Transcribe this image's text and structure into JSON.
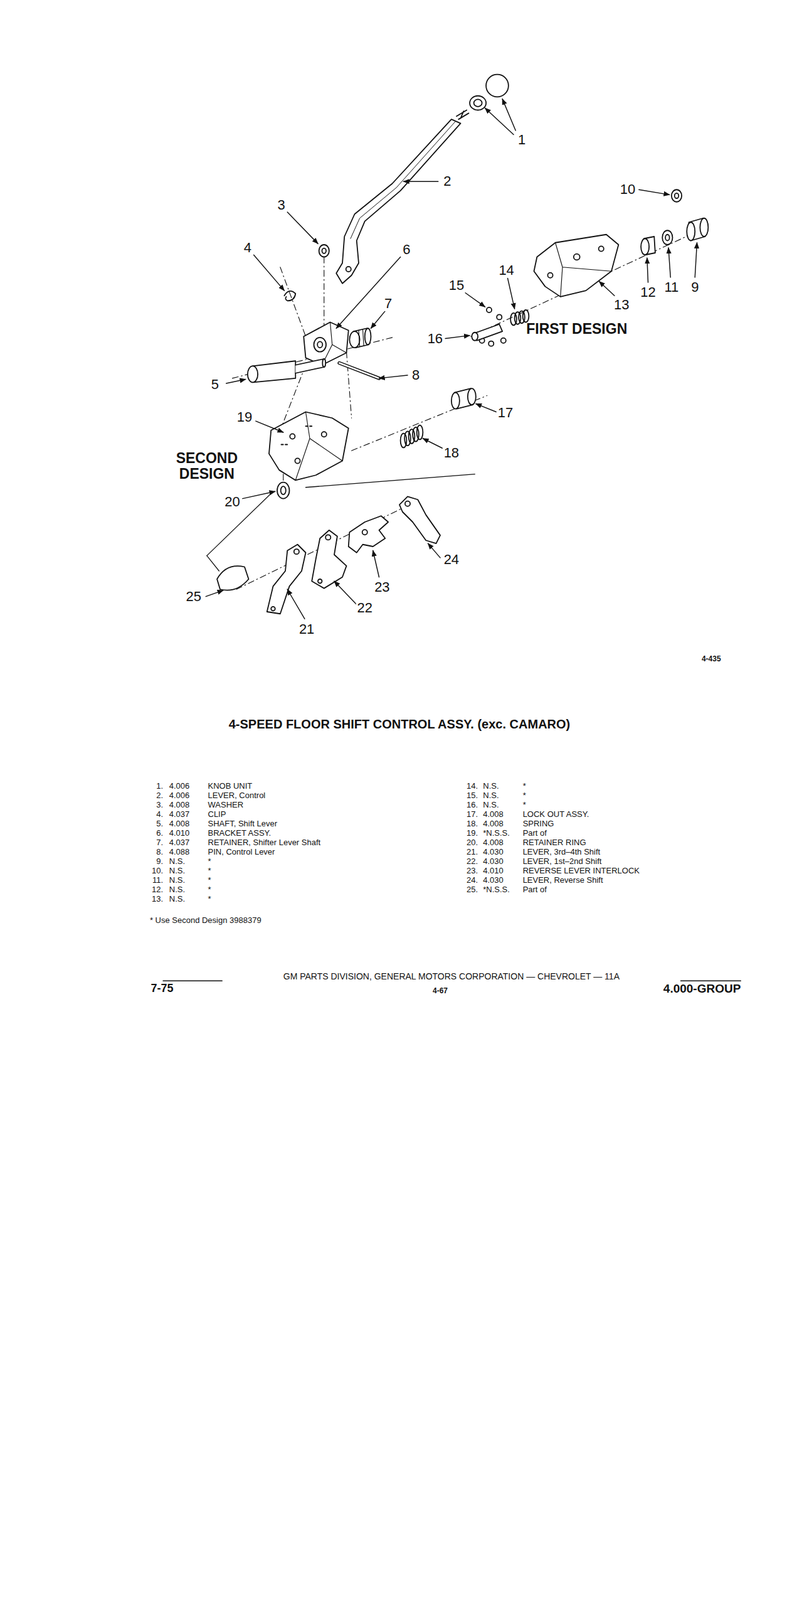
{
  "diagram": {
    "title": "4-SPEED FLOOR SHIFT CONTROL ASSY. (exc. CAMARO)",
    "labels": [
      "1",
      "2",
      "3",
      "4",
      "5",
      "6",
      "7",
      "8",
      "9",
      "10",
      "11",
      "12",
      "13",
      "14",
      "15",
      "16",
      "17",
      "18",
      "19",
      "20",
      "21",
      "22",
      "23",
      "24",
      "25",
      "FIRST DESIGN",
      "SECOND DESIGN",
      "4-435",
      "1.",
      "4.006",
      "KNOB UNIT",
      "2.",
      "4.006",
      "LEVER, Control",
      "3.",
      "4.008",
      "WASHER",
      "4.",
      "4.037",
      "CLIP",
      "5.",
      "4.008",
      "SHAFT, Shift Lever",
      "6.",
      "4.010",
      "BRACKET ASSY.",
      "7.",
      "4.037",
      "RETAINER, Shifter Lever Shaft",
      "8.",
      "4.088",
      "PIN, Control Lever",
      "9.",
      "N.S.",
      "*",
      "10.",
      "N.S.",
      "*",
      "11.",
      "N.S.",
      "*",
      "12.",
      "N.S.",
      "*",
      "13.",
      "N.S.",
      "*",
      "14.",
      "N.S.",
      "*",
      "15.",
      "N.S.",
      "*",
      "16.",
      "N.S.",
      "*",
      "17.",
      "4.008",
      "LOCK OUT ASSY.",
      "18.",
      "4.008",
      "SPRING",
      "19.",
      "*N.S.S.",
      "Part of",
      "20.",
      "4.008",
      "RETAINER RING",
      "21.",
      "4.030",
      "LEVER, 3rd–4th Shift",
      "22.",
      "4.030",
      "LEVER, 1st–2nd Shift",
      "23.",
      "4.010",
      "REVERSE LEVER INTERLOCK",
      "24.",
      "4.030",
      "LEVER, Reverse Shift",
      "25.",
      "*N.S.S.",
      "Part of",
      "* Use Second Design 3988379",
      "7-75",
      "GM PARTS DIVISION, GENERAL MOTORS CORPORATION — CHEVROLET — 11A",
      "4-67",
      "4.000-GROUP"
    ]
  }
}
